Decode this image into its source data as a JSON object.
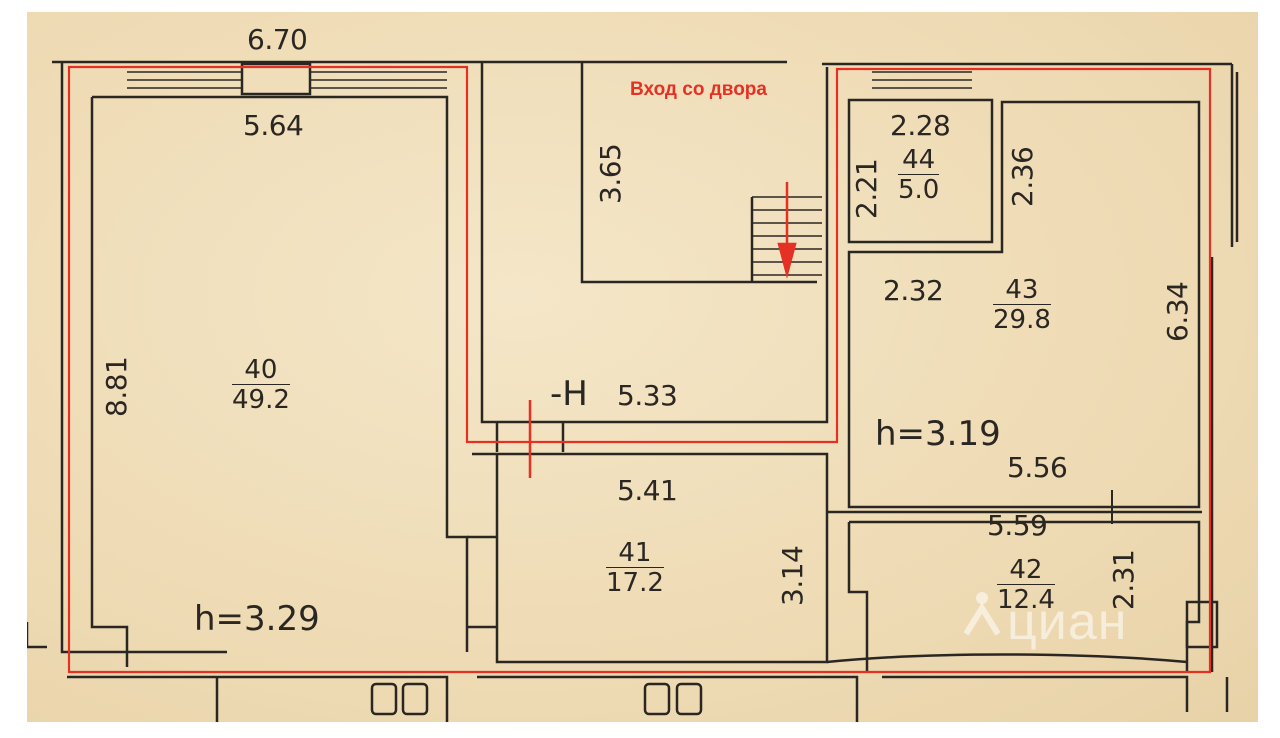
{
  "plan": {
    "entrance_label": "Вход со двора",
    "corridor_marker": "-Н",
    "rooms": [
      {
        "number": "40",
        "area": "49.2",
        "height": "h=3.29"
      },
      {
        "number": "41",
        "area": "17.2"
      },
      {
        "number": "42",
        "area": "12.4"
      },
      {
        "number": "43",
        "area": "29.8",
        "height": "h=3.19"
      },
      {
        "number": "44",
        "area": "5.0"
      }
    ],
    "dimensions": {
      "top_total": "6.70",
      "room40_width": "5.64",
      "room40_length": "8.81",
      "stair_hall": "3.65",
      "corridor": "5.33",
      "room41_width": "5.41",
      "room41_depth": "3.14",
      "room44_width": "2.28",
      "room44_depth": "2.21",
      "room43_upper": "2.36",
      "room43_left": "2.32",
      "room43_length": "6.34",
      "room43_width": "5.56",
      "room42_width": "5.59",
      "room42_depth": "2.31"
    },
    "watermark": "циан",
    "colors": {
      "outline": "#e53024",
      "walls": "#2a2622",
      "paper": "#efdcb6"
    }
  }
}
